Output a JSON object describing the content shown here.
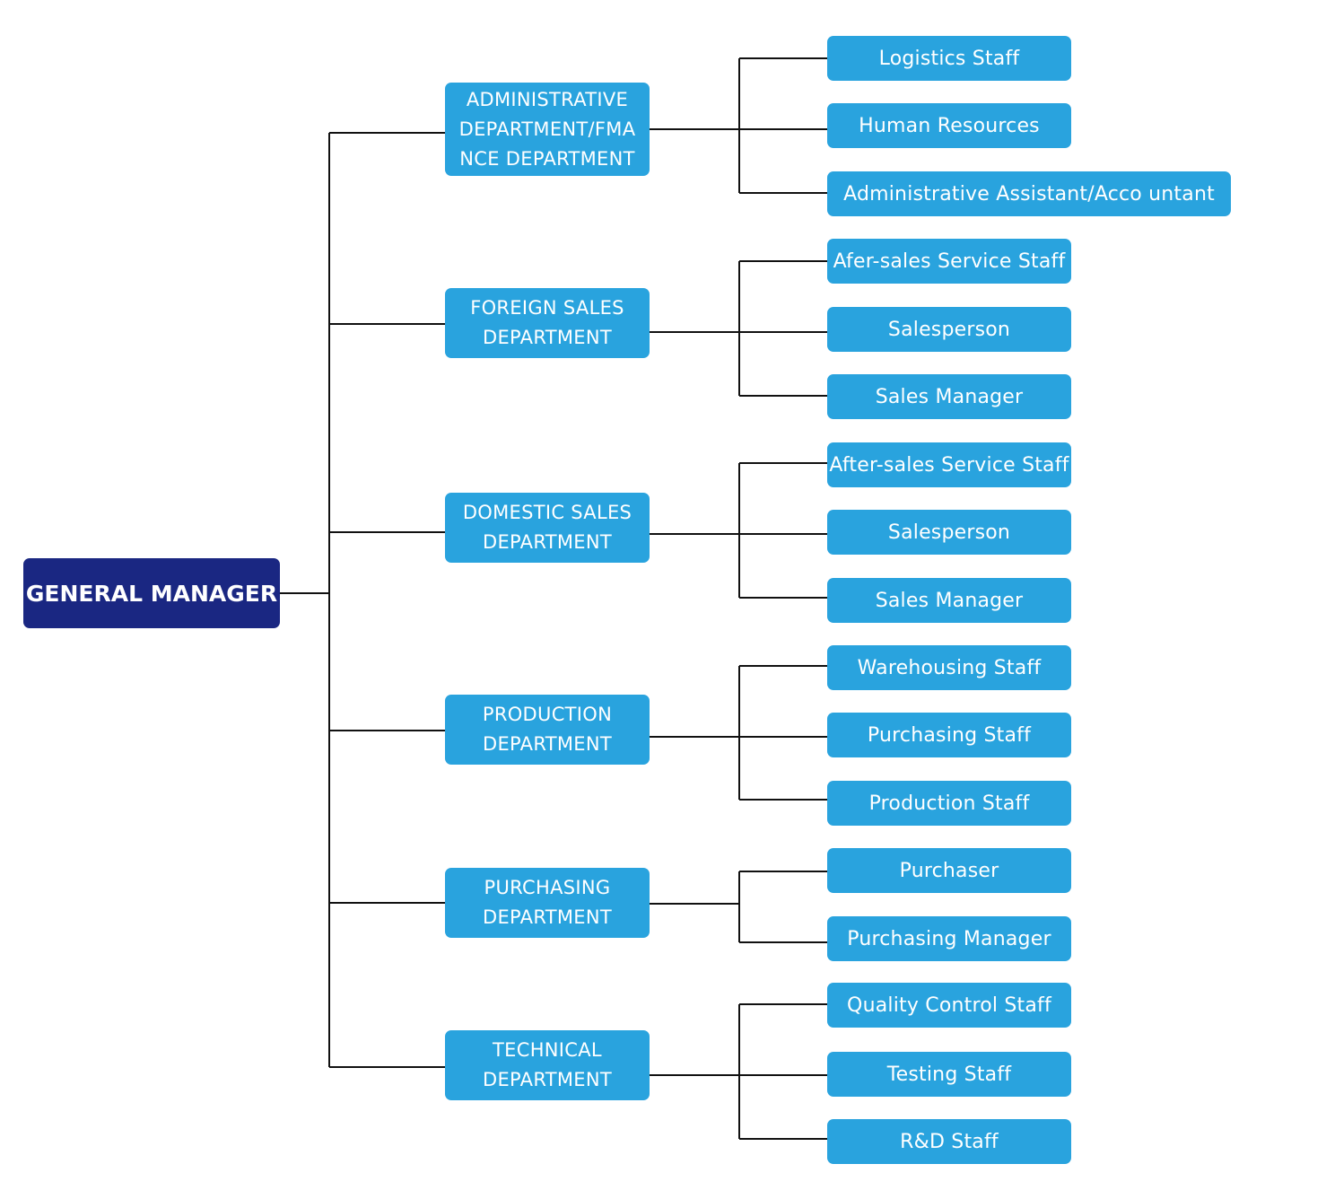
{
  "root": {
    "label": "GENERAL MANAGER",
    "color": "#1a2782"
  },
  "node_color": "#29a3de",
  "departments": [
    {
      "lines": [
        "ADMINISTRATIVE",
        "DEPARTMENT/FMA",
        "NCE DEPARTMENT"
      ],
      "roles": [
        "Logistics Staff",
        "Human Resources",
        "Administrative Assistant/Acco untant"
      ]
    },
    {
      "lines": [
        "FOREIGN SALES",
        "DEPARTMENT"
      ],
      "roles": [
        "Afer-sales Service Staff",
        "Salesperson",
        "Sales Manager"
      ]
    },
    {
      "lines": [
        "DOMESTIC SALES",
        "DEPARTMENT"
      ],
      "roles": [
        "After-sales Service Staff",
        "Salesperson",
        "Sales Manager"
      ]
    },
    {
      "lines": [
        "PRODUCTION",
        "DEPARTMENT"
      ],
      "roles": [
        "Warehousing Staff",
        "Purchasing Staff",
        "Production Staff"
      ]
    },
    {
      "lines": [
        "PURCHASING",
        "DEPARTMENT"
      ],
      "roles": [
        "Purchaser",
        "Purchasing Manager"
      ]
    },
    {
      "lines": [
        "TECHNICAL",
        "DEPARTMENT"
      ],
      "roles": [
        "Quality Control Staff",
        "Testing Staff",
        "R&D Staff"
      ]
    }
  ]
}
